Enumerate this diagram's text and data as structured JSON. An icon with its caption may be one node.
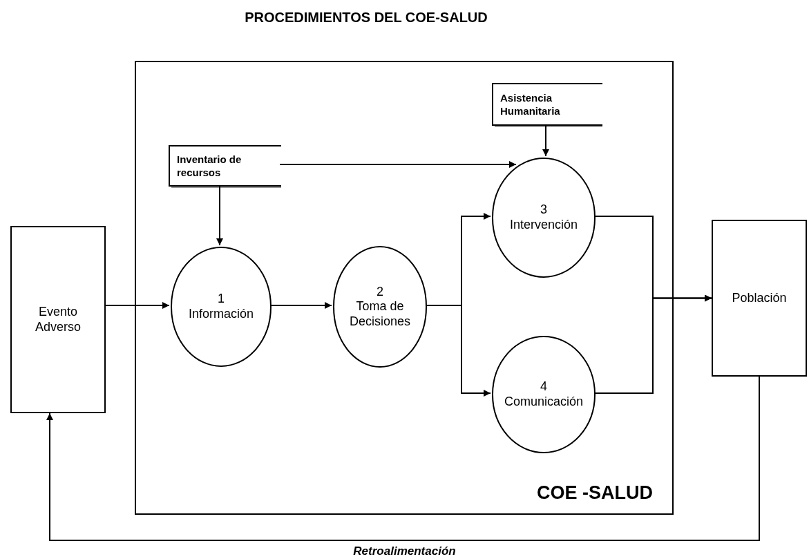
{
  "diagram": {
    "title": "PROCEDIMIENTOS DEL COE-SALUD",
    "nodes": [
      {
        "text": [
          "COE -SALUD"
        ]
      },
      {
        "text": [
          "Evento Adverso"
        ]
      },
      {
        "text": [
          "Inventario de recursos"
        ],
        "in": 0
      },
      {
        "text": [
          "Asistencia Humanitaria"
        ],
        "in": 0
      },
      {
        "text": [
          "1",
          "Información"
        ],
        "in": 0
      },
      {
        "text": [
          "2",
          "Toma de Decisiones"
        ],
        "in": 0
      },
      {
        "text": [
          "3",
          "Intervención"
        ],
        "in": 0
      },
      {
        "text": [
          "4",
          "Comunicación"
        ],
        "in": 0
      },
      {
        "text": [
          "Población"
        ]
      }
    ],
    "edges": [
      {
        "from": 1,
        "to": 4,
        "arrow": "to"
      },
      {
        "from": 2,
        "to": 4,
        "arrow": "to"
      },
      {
        "from": 2,
        "to": 6,
        "arrow": "to"
      },
      {
        "from": 3,
        "to": 6,
        "arrow": "to"
      },
      {
        "from": 4,
        "to": 5,
        "arrow": "to"
      },
      {
        "from": 5,
        "to": 6,
        "arrow": "to"
      },
      {
        "from": 5,
        "to": 7,
        "arrow": "to"
      },
      {
        "from": 6,
        "to": 8,
        "arrow": "to"
      },
      {
        "from": 7,
        "to": 8,
        "arrow": "to"
      },
      {
        "from": 8,
        "to": 1,
        "arrow": "to",
        "label": "Retroalimentación"
      }
    ]
  }
}
